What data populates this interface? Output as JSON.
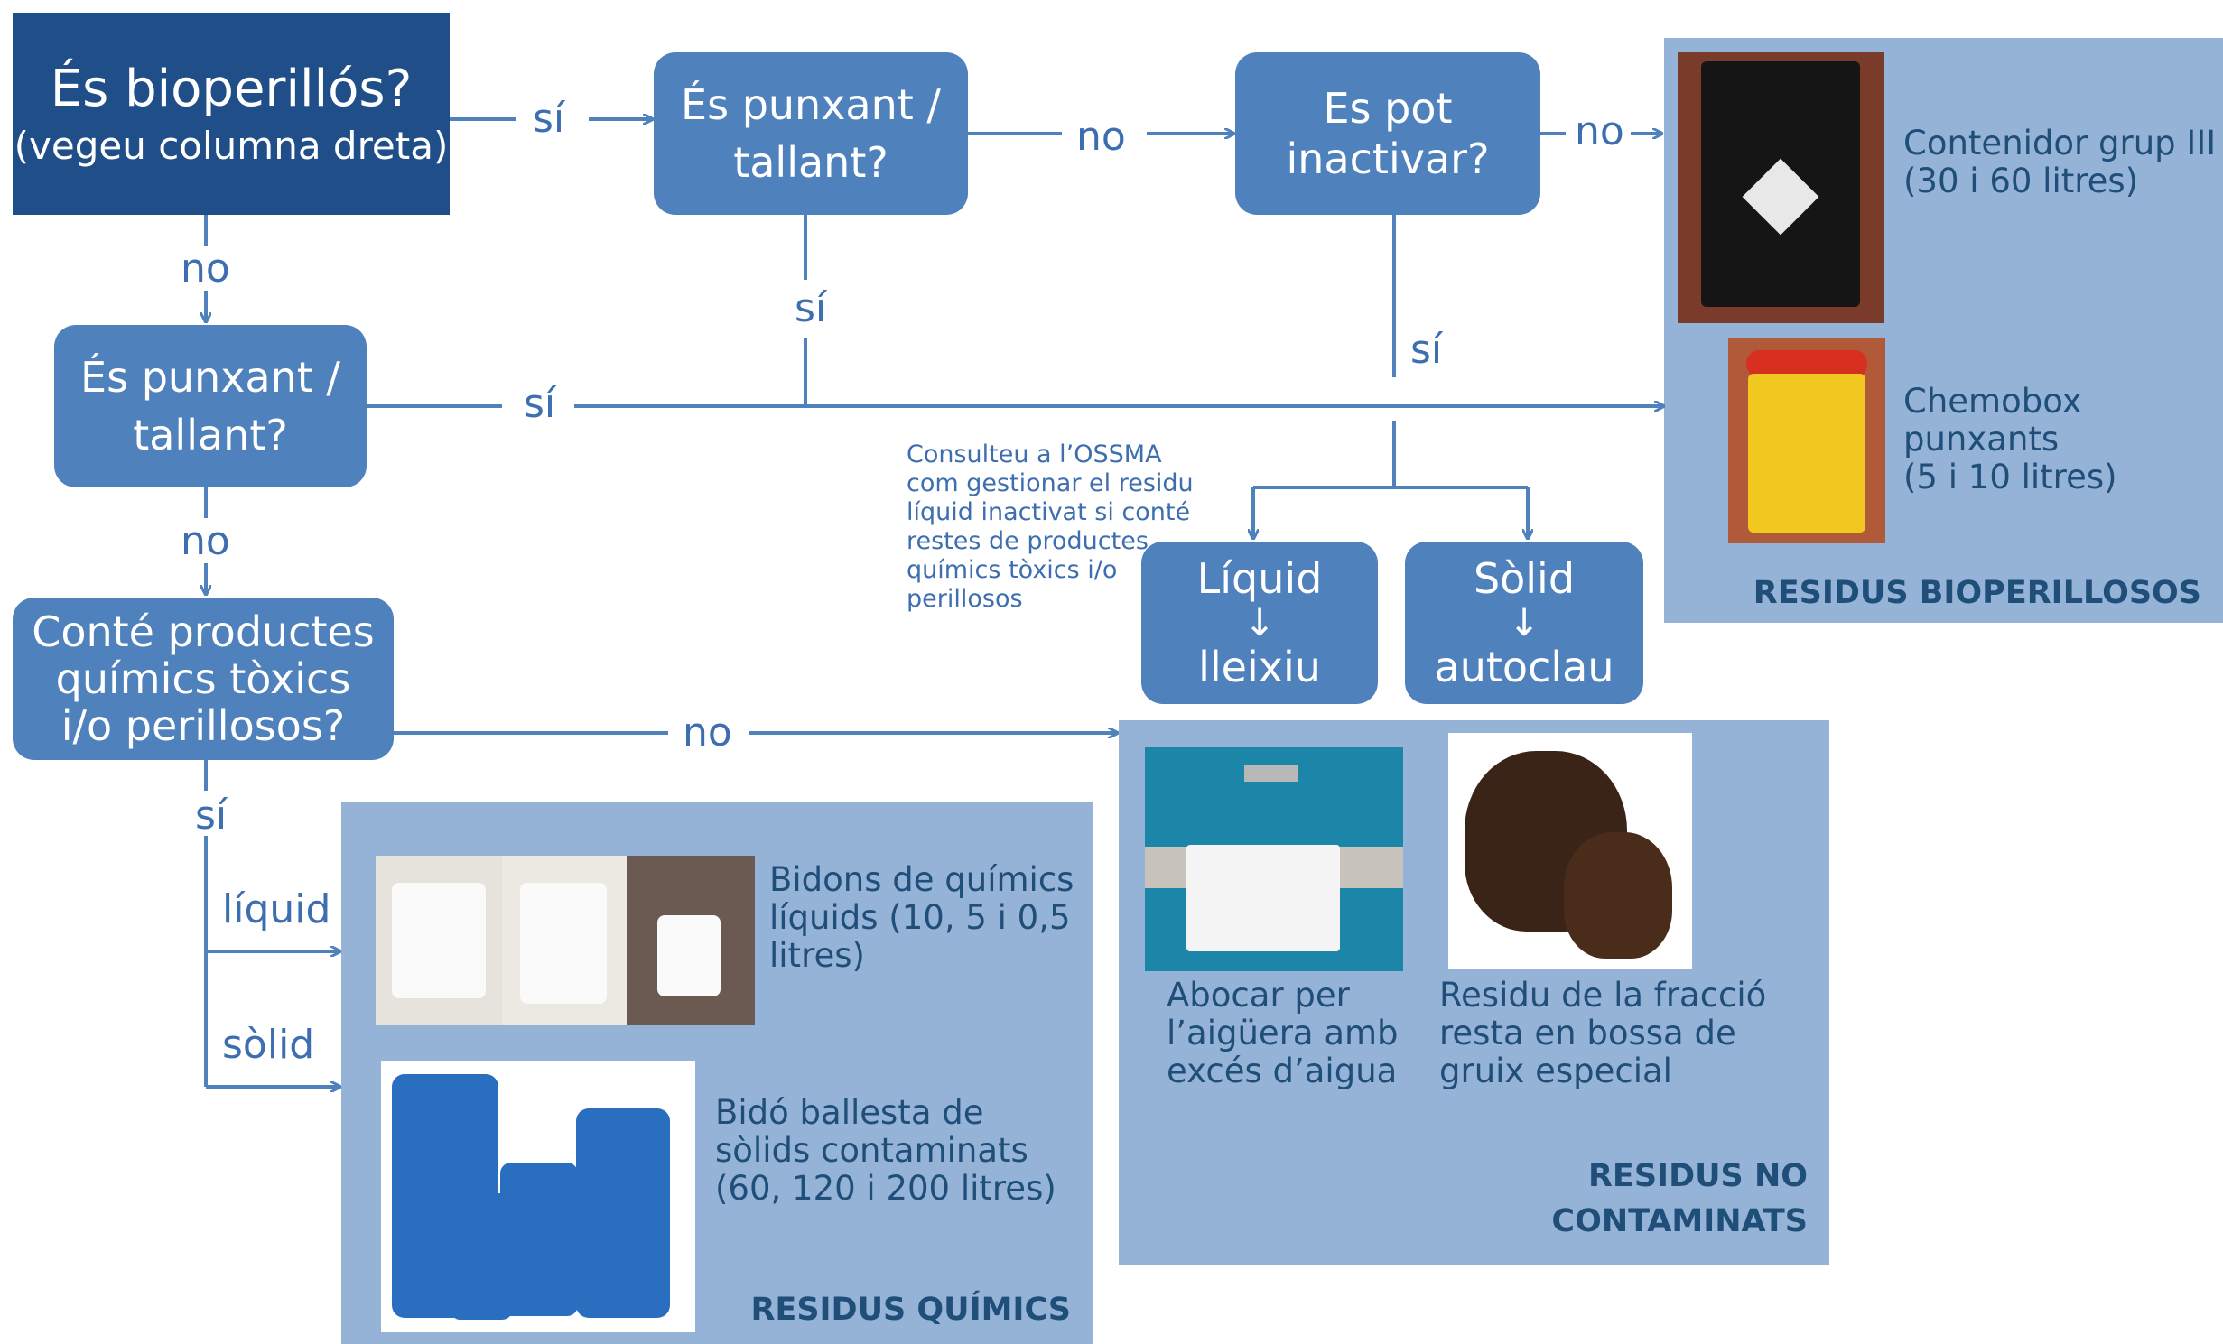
{
  "colors": {
    "dark_box": "#1f4e89",
    "box": "#4f81bd",
    "panel": "#95b3d7",
    "line": "#4f81bd",
    "label": "#3d6fb0",
    "panel_title": "#1f4e79"
  },
  "boxes": {
    "biohazard": {
      "line1": "És biopervillós?",
      "line2": "(vegeu columna dreta)"
    },
    "sharp_top": "És punxant /\ntallant?",
    "inactivate": "Es pot\ninactivar?",
    "sharp_left": "És punxant /\ntallant?",
    "chemicals": "Conté productes\nquímics tòxics\ni/o perillosos?",
    "liquid": {
      "top": "Líquid",
      "arrow": "↓",
      "bottom": "lleixiu"
    },
    "solid": {
      "top": "Sòlid",
      "arrow": "↓",
      "bottom": "autoclau"
    }
  },
  "labels": {
    "yes_1": "sí",
    "no_1": "no",
    "no_2": "no",
    "yes_2": "sí",
    "yes_3": "sí",
    "no_left_1": "no",
    "yes_left": "sí",
    "no_left_2": "no",
    "no_bottom": "no",
    "yes_chem": "sí",
    "liquid": "líquid",
    "solid": "sòlid"
  },
  "note": "Consulteu a l’OSSMA\ncom gestionar el residu\nlíquid inactivat si conté\nrestes de productes\nquímics tòxics i/o\nperillosos",
  "panels": {
    "bio": {
      "title": "RESIDUS BIOPERILLOSOS",
      "item1": "Contenidor grup III\n(30 i 60 litres)",
      "item2": "Chemobox punxants\n(5 i 10 litres)",
      "photo1_icon": "black-waste-container-photo",
      "photo2_icon": "yellow-chemobox-photo"
    },
    "non_contaminated": {
      "title": "RESIDUS NO\nCONTAMINATS",
      "item1": "Abocar per\nl’aigüera amb\nexcés d’aigua",
      "item2": "Residu de la fracció\nresta en bossa de\ngruix especial",
      "photo1_icon": "sink-photo",
      "photo2_icon": "garbage-bags-photo"
    },
    "chemical": {
      "title": "RESIDUS QUÍMICS",
      "item1": "Bidons de químics\nlíquids (10, 5 i 0,5\nlitres)",
      "item2": "Bidó ballesta de\nsòlids contaminats\n(60, 120 i 200 litres)",
      "photo1_icon": "chemical-jerrycans-photo",
      "photo2_icon": "blue-drums-photo"
    }
  }
}
